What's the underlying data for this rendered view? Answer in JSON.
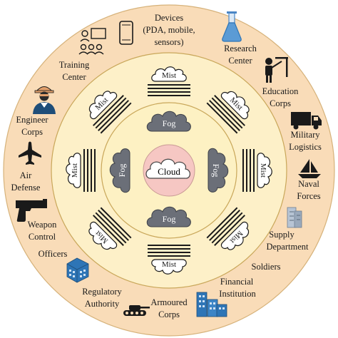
{
  "center": {
    "label": "Cloud"
  },
  "fog_nodes": [
    "Fog",
    "Fog",
    "Fog",
    "Fog"
  ],
  "mist_nodes": [
    "Mist",
    "Mist",
    "Mist",
    "Mist",
    "Mist",
    "Mist",
    "Mist",
    "Mist"
  ],
  "outer_labels": {
    "devices": [
      "Devices",
      "(PDA, mobile,",
      "sensors)"
    ],
    "research_center": [
      "Research",
      "Center"
    ],
    "education_corps": [
      "Education",
      "Corps"
    ],
    "military_logistics": [
      "Military",
      "Logistics"
    ],
    "naval_forces": [
      "Naval",
      "Forces"
    ],
    "supply_department": [
      "Supply",
      "Department"
    ],
    "soldiers": [
      "Soldiers"
    ],
    "financial_institution": [
      "Financial",
      "Institution"
    ],
    "armoured_corps": [
      "Armoured",
      "Corps"
    ],
    "regulatory_authority": [
      "Regulatory",
      "Authority"
    ],
    "officers": [
      "Officers"
    ],
    "weapon_control": [
      "Weapon",
      "Control"
    ],
    "air_defense": [
      "Air",
      "Defense"
    ],
    "engineer_corps": [
      "Engineer",
      "Corps"
    ],
    "training_center": [
      "Training",
      "Center"
    ]
  },
  "colors": {
    "outer_ring": "#f9dcb8",
    "middle_ring": "#fdf0c8",
    "inner_ring": "#fdf1c3",
    "cloud_circle": "#f6c7c3",
    "fog": "#6b6f78",
    "mist": "#ffffff",
    "ring_stroke": "#c9a75a",
    "icon_blue": "#2e75b6",
    "icon_dark": "#1a1a1a"
  }
}
